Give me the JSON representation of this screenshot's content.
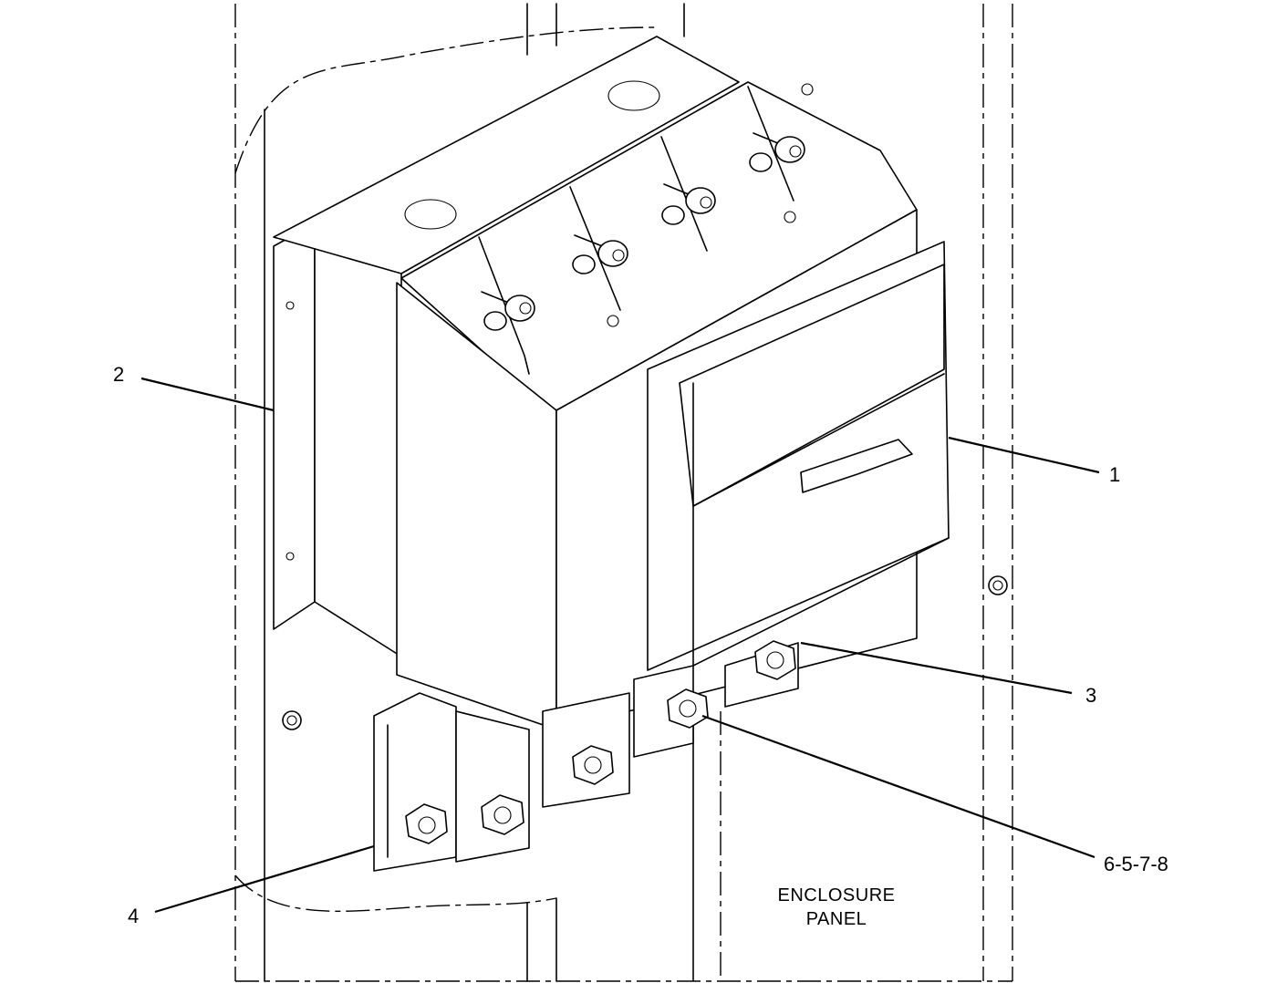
{
  "callouts": {
    "c1": "1",
    "c2": "2",
    "c3": "3",
    "c4": "4",
    "c5": "6-5-7-8"
  },
  "panel_label": {
    "line1": "ENCLOSURE",
    "line2": "PANEL"
  }
}
